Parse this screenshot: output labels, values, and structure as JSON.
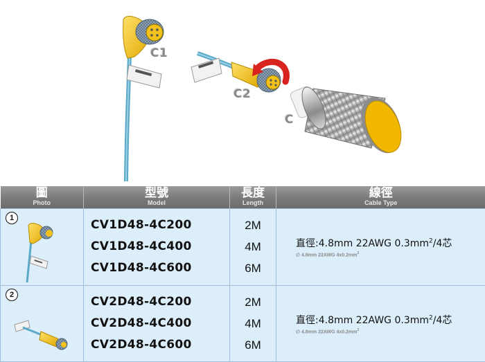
{
  "figure": {
    "callouts": {
      "c1": "C1",
      "c2": "C2",
      "c": "C"
    }
  },
  "table": {
    "headers": [
      {
        "zh": "圖",
        "en": "Photo"
      },
      {
        "zh": "型號",
        "en": "Model"
      },
      {
        "zh": "長度",
        "en": "Length"
      },
      {
        "zh": "線徑",
        "en": "Cable Type"
      }
    ],
    "rows": [
      {
        "index": "1",
        "models": [
          "CV1D48-4C200",
          "CV1D48-4C400",
          "CV1D48-4C600"
        ],
        "lengths": [
          "2M",
          "4M",
          "6M"
        ],
        "cable": {
          "prefix": "直徑:4.8mm  22AWG  0.3mm",
          "sup": "2",
          "suffix": "/4芯",
          "sub_prefix": "∅ 4.8mm 22AWG 4x0.2mm",
          "sub_sup": "2"
        }
      },
      {
        "index": "2",
        "models": [
          "CV2D48-4C200",
          "CV2D48-4C400",
          "CV2D48-4C600"
        ],
        "lengths": [
          "2M",
          "4M",
          "6M"
        ],
        "cable": {
          "prefix": "直徑:4.8mm  22AWG  0.3mm",
          "sup": "2",
          "suffix": "/4芯",
          "sub_prefix": "∅ 4.8mm 22AWG 4x0.2mm",
          "sub_sup": "2"
        }
      }
    ]
  },
  "colors": {
    "header_bg": "#7a7a7a",
    "row_bg": "#dceefa",
    "cable_blue": "#5ba9c8",
    "connector_yellow": "#f2c21a",
    "arrow_red": "#d8231f"
  }
}
